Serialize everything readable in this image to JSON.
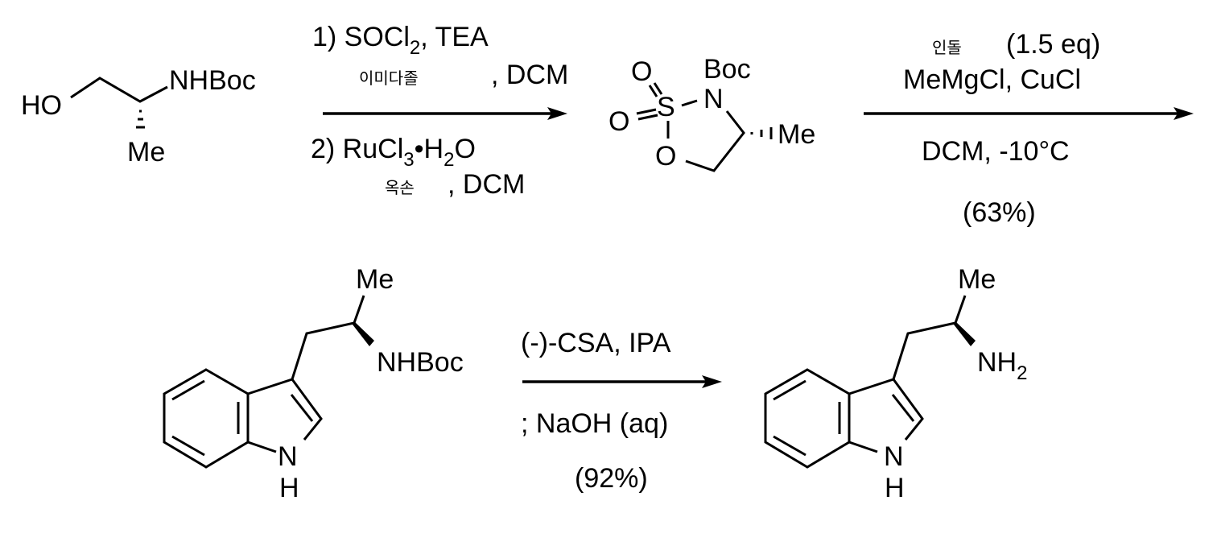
{
  "scheme": {
    "title": "",
    "colors": {
      "ink": "#000000",
      "background": "#ffffff"
    },
    "compounds": {
      "c1": {
        "name": "N-Boc-alaninol",
        "labels": {
          "ho": "HO",
          "nhboc": "NHBoc",
          "me": "Me"
        },
        "stereo": "hashed-wedge to Me"
      },
      "c2": {
        "name": "cyclic sulfamidate",
        "labels": {
          "o_top": "O",
          "o_left": "O",
          "s": "S",
          "n": "N",
          "boc": "Boc",
          "o_ring": "O",
          "me": "Me"
        },
        "stereo": "hashed-wedge to Me"
      },
      "c3": {
        "name": "Boc-protected alpha-methyltryptamine",
        "labels": {
          "me": "Me",
          "nhboc": "NHBoc",
          "n": "N",
          "h": "H"
        },
        "stereo": "solid-wedge to NHBoc"
      },
      "c4": {
        "name": "alpha-methyltryptamine",
        "labels": {
          "me": "Me",
          "nh": "NH",
          "nh_sub": "2",
          "n": "N",
          "h": "H"
        },
        "stereo": "solid-wedge to NH2"
      }
    },
    "step1": {
      "line1": {
        "prefix": "1) SOCl",
        "sub": "2",
        "suffix": ", TEA"
      },
      "line2": {
        "korean": "이미다졸",
        "suffix": ", DCM"
      },
      "line3": {
        "prefix": "2) RuCl",
        "sub1": "3",
        "mid": "•H",
        "sub2": "2",
        "suffix": "O"
      },
      "line4": {
        "korean": "옥손",
        "suffix": ", DCM"
      }
    },
    "step2": {
      "line1": {
        "korean": "인돌",
        "suffix": "(1.5 eq)"
      },
      "line2": "MeMgCl, CuCl",
      "line3": "DCM, -10°C",
      "yield": "(63%)"
    },
    "step3": {
      "line1": "(-)-CSA, IPA",
      "line2": "; NaOH (aq)",
      "yield": "(92%)"
    }
  }
}
